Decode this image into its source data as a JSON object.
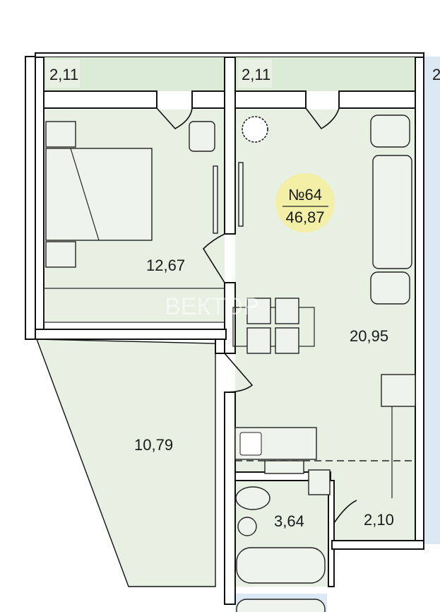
{
  "apartment": {
    "number": "№64",
    "total_area": "46,87",
    "badge_color": "#f3efa6"
  },
  "rooms": {
    "balcony_left": "2,11",
    "balcony_right": "2,11",
    "neighbor_partial": "2",
    "bedroom": "12,67",
    "living_kitchen": "20,95",
    "loggia": "10,79",
    "bathroom": "3,64",
    "hallway": "2,10"
  },
  "watermark": "ВЕКТОР",
  "colors": {
    "room_fill": "#e7f0e3",
    "balcony_fill": "#dcebd6",
    "neighbor_fill": "#dbe9f5"
  }
}
